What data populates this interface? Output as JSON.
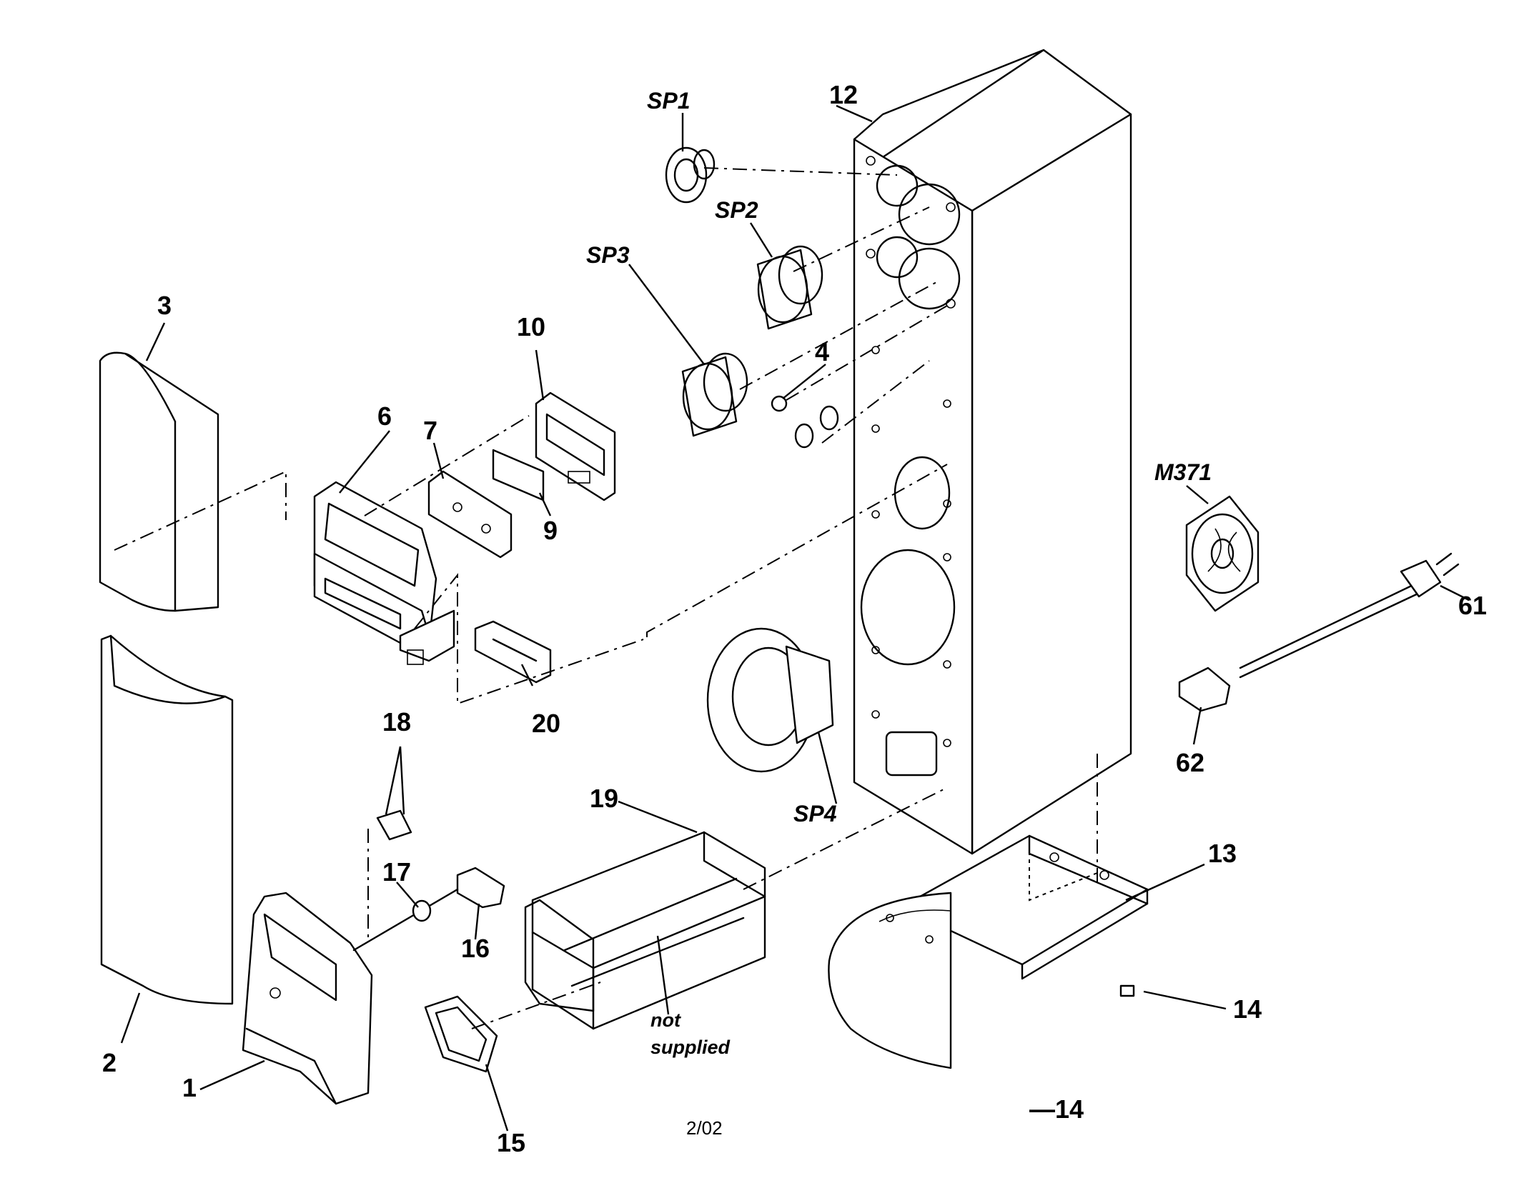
{
  "labels": {
    "p1": "1",
    "p2": "2",
    "p3": "3",
    "p4": "4",
    "p6": "6",
    "p7": "7",
    "p9": "9",
    "p10": "10",
    "p12": "12",
    "p13": "13",
    "p14a": "14",
    "p14b": "—14",
    "p15": "15",
    "p16": "16",
    "p17": "17",
    "p18": "18",
    "p19": "19",
    "p20": "20",
    "p61": "61",
    "p62": "62",
    "sp1": "SP1",
    "sp2": "SP2",
    "sp3": "SP3",
    "sp4": "SP4",
    "m371": "M371"
  },
  "notes": {
    "line1": "not",
    "line2": "supplied"
  },
  "footer": {
    "page_code": "2/02"
  }
}
